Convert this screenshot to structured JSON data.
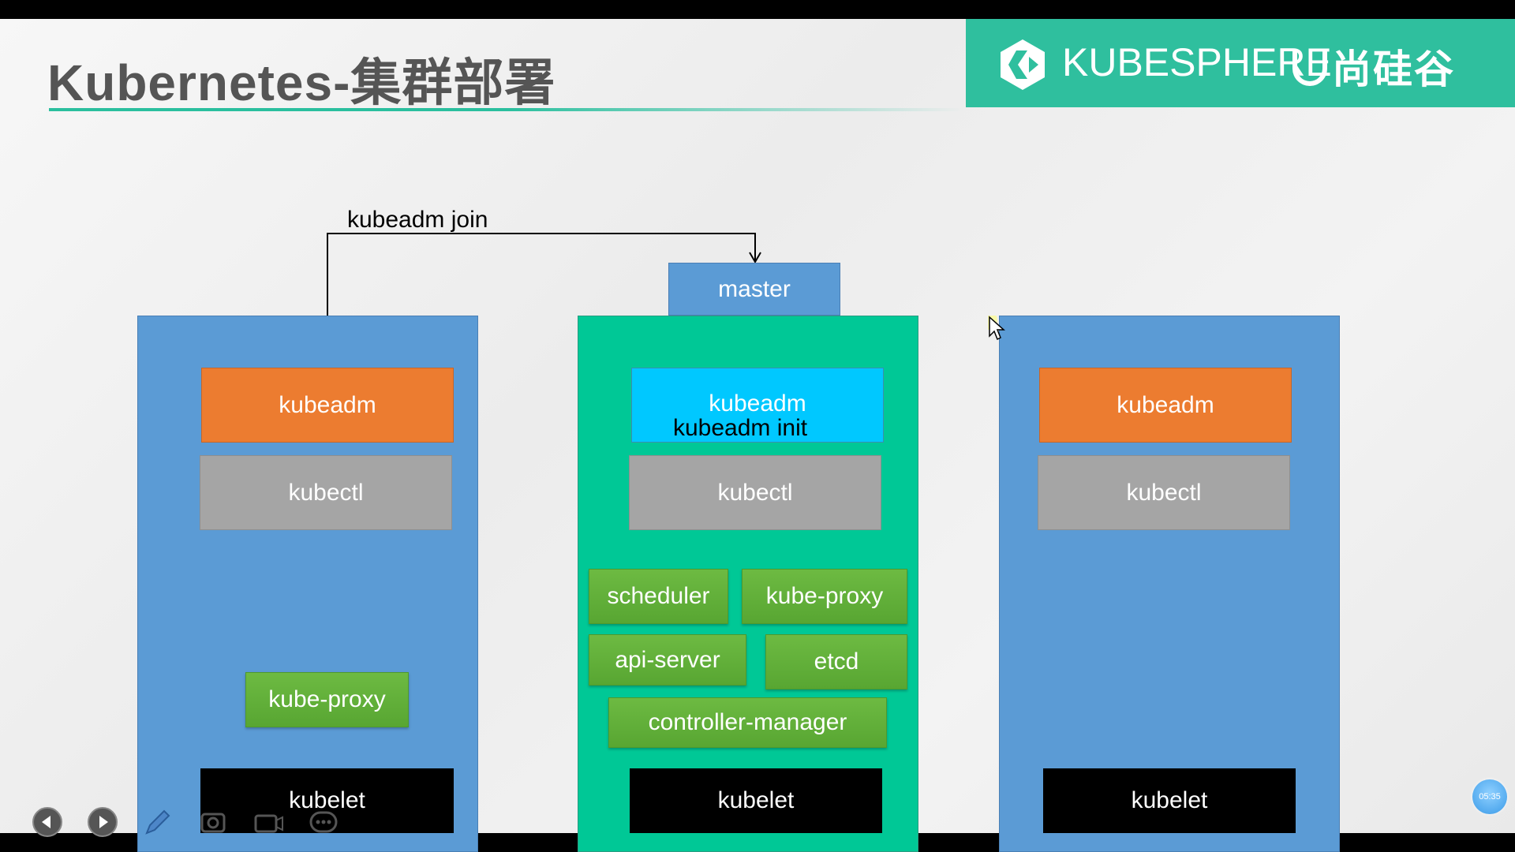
{
  "slide": {
    "title": "Kubernetes-集群部署",
    "brand_kubesphere": "KUBESPHERE",
    "brand_atguigu": "尚硅谷"
  },
  "diagram": {
    "join_label": "kubeadm join",
    "master_label": "master",
    "init_label": "kubeadm init",
    "left_node": {
      "kubeadm": "kubeadm",
      "kubectl": "kubectl",
      "kube_proxy": "kube-proxy",
      "kubelet": "kubelet"
    },
    "master_node": {
      "kubeadm": "kubeadm",
      "kubectl": "kubectl",
      "scheduler": "scheduler",
      "kube_proxy": "kube-proxy",
      "api_server": "api-server",
      "etcd": "etcd",
      "controller_manager": "controller-manager",
      "kubelet": "kubelet"
    },
    "right_node": {
      "kubeadm": "kubeadm",
      "kubectl": "kubectl",
      "kubelet": "kubelet"
    }
  },
  "player": {
    "timer": "05:35",
    "icons": [
      "prev-icon",
      "next-icon",
      "pen-icon",
      "screenshot-icon",
      "camera-icon",
      "chat-icon"
    ]
  },
  "colors": {
    "brand_teal": "#2fbf9e",
    "worker_blue": "#5b9bd5",
    "master_green": "#00c896",
    "kubeadm_orange": "#ec7c30",
    "kubectl_gray": "#a5a5a5",
    "component_green": "#6dba42",
    "master_kubeadm_cyan": "#00c8ff"
  }
}
